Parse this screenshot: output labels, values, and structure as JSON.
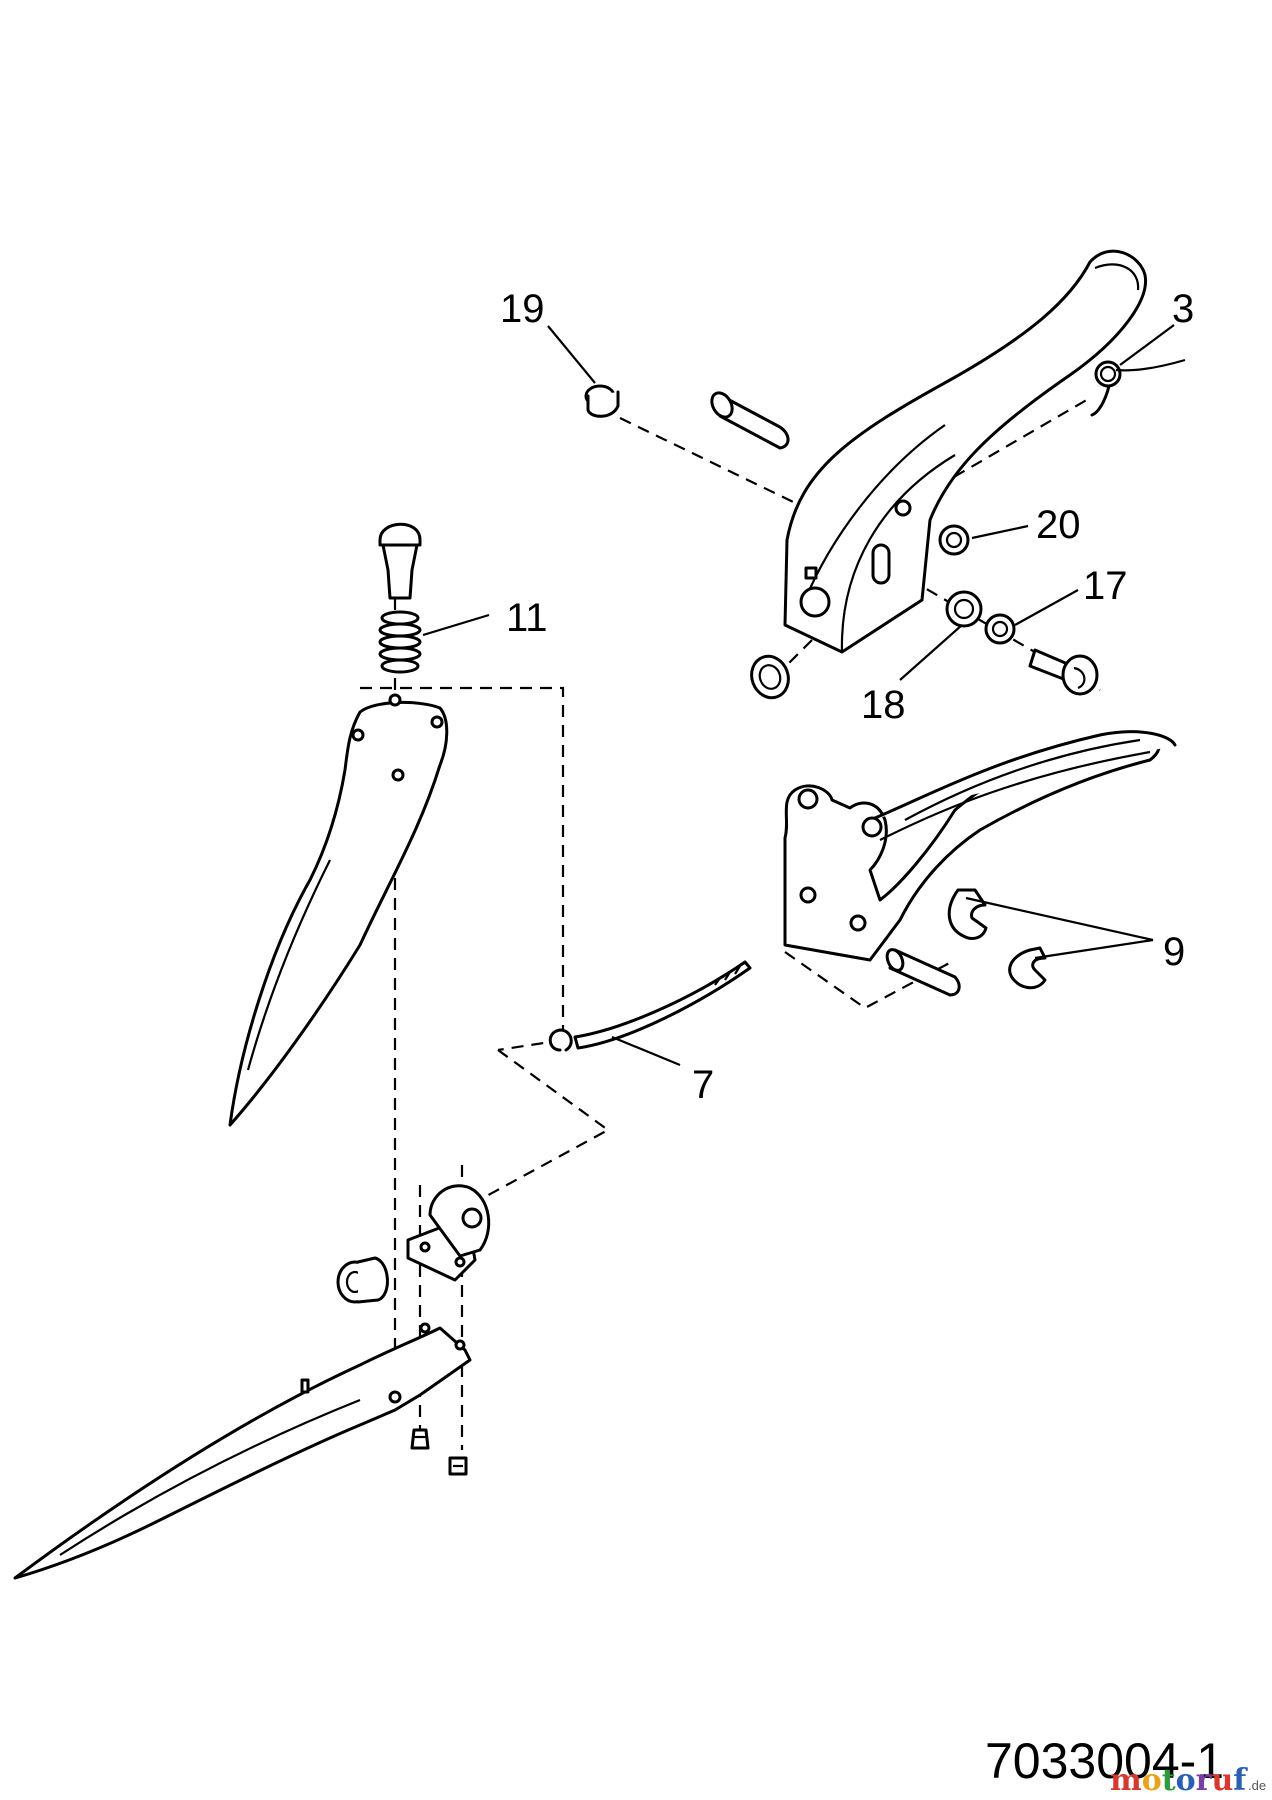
{
  "callouts": {
    "c19": "19",
    "c3": "3",
    "c20": "20",
    "c17": "17",
    "c18": "18",
    "c11": "11",
    "c9": "9",
    "c7": "7"
  },
  "drawing_number": "7033004-1",
  "watermark": {
    "letters": [
      "m",
      "o",
      "t",
      "o",
      "r",
      "u",
      "f"
    ],
    "tld": ".de",
    "colors": [
      "#d43a2f",
      "#e8a21c",
      "#2f9a3c",
      "#2a5fb3",
      "#7a3fa6",
      "#d43a2f",
      "#2a5fb3"
    ]
  }
}
